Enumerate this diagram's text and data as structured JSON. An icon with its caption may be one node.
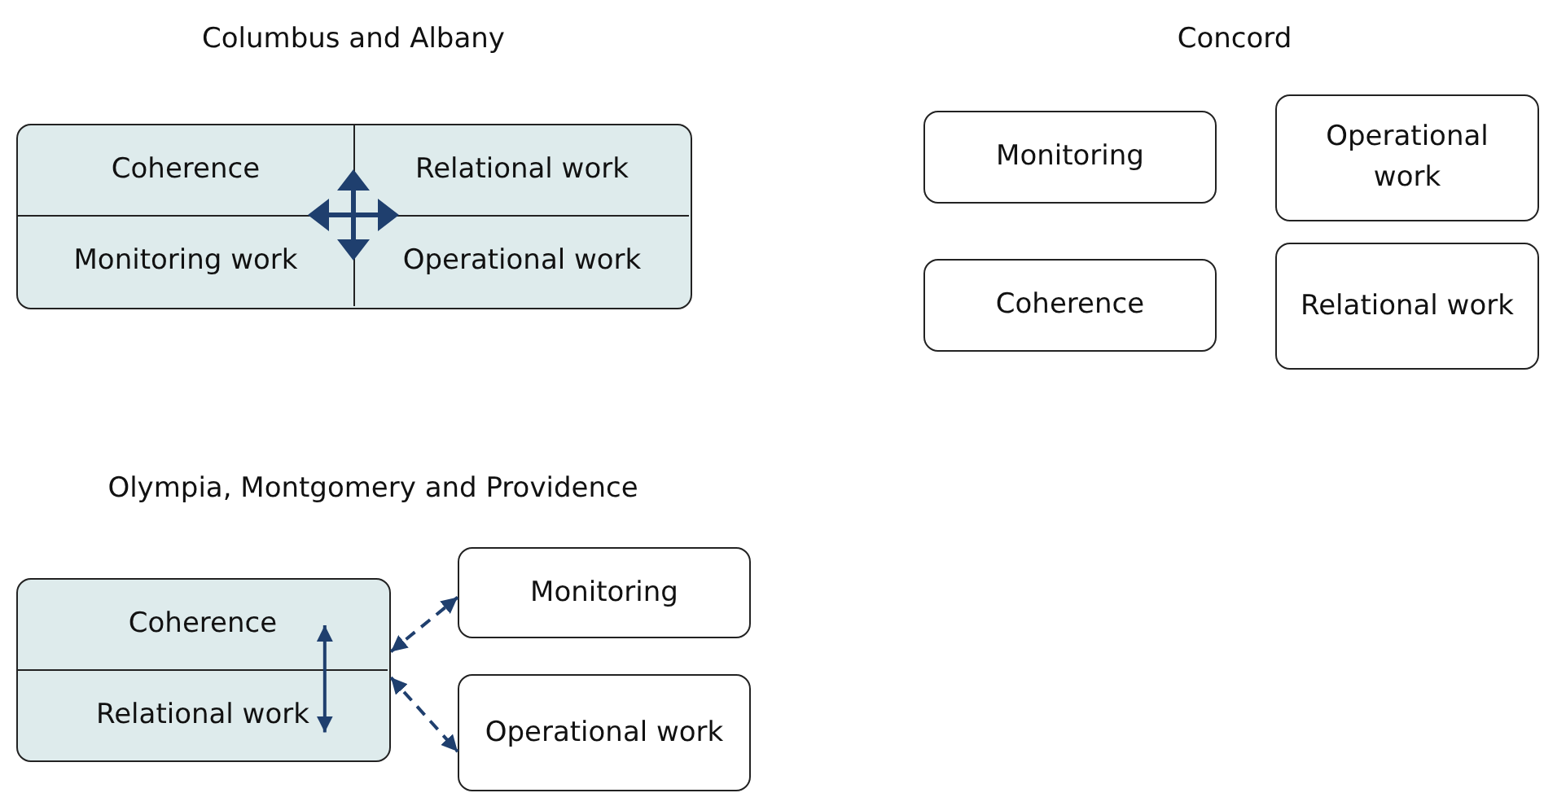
{
  "diagram": {
    "nodes": [
      {
        "text": [],
        "shape": "box"
      },
      {
        "text": [
          "Coherence"
        ],
        "in": 0
      },
      {
        "text": [
          "Relational work"
        ],
        "in": 0
      },
      {
        "text": [
          "Monitoring work"
        ],
        "in": 0
      },
      {
        "text": [
          "Operational work"
        ],
        "in": 0
      },
      {
        "text": [
          "Monitoring"
        ]
      },
      {
        "text": [
          "Operational work"
        ]
      },
      {
        "text": [
          "Coherence"
        ]
      },
      {
        "text": [
          "Relational work"
        ]
      },
      {
        "text": [],
        "shape": "box"
      },
      {
        "text": [
          "Coherence"
        ],
        "in": 9
      },
      {
        "text": [
          "Relational work"
        ],
        "in": 9
      },
      {
        "text": [
          "Monitoring"
        ]
      },
      {
        "text": [
          "Operational work"
        ]
      }
    ],
    "edges": [
      {
        "from": 10,
        "to": 11,
        "arrow": "both"
      },
      {
        "from": 9,
        "to": 12,
        "arrow": "both",
        "style": "dashed"
      },
      {
        "from": 9,
        "to": 13,
        "arrow": "both",
        "style": "dashed"
      }
    ],
    "labels": [
      "Columbus and Albany",
      "Concord",
      "Olympia, Montgomery and Providence"
    ]
  }
}
